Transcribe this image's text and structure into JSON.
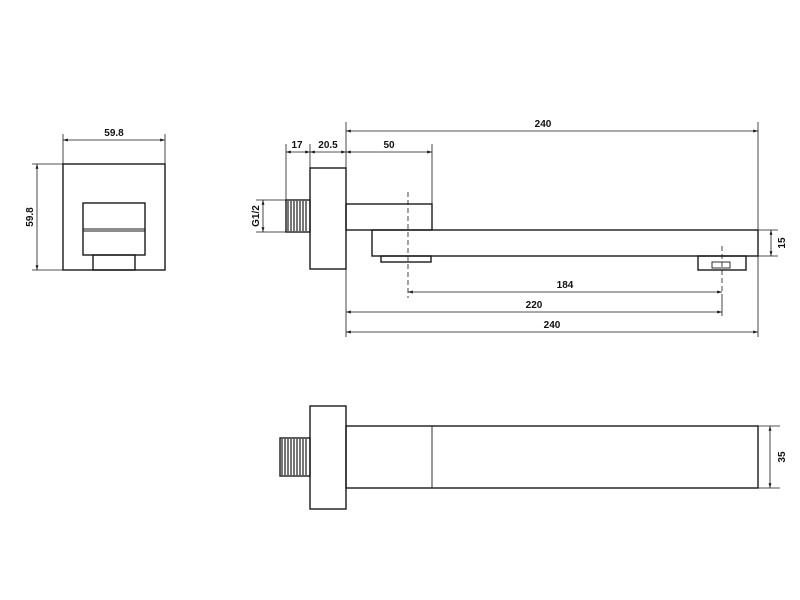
{
  "diagram": {
    "front_view": {
      "width_label": "59.8",
      "height_label": "59.8"
    },
    "side_view": {
      "thread_label": "G1/2",
      "thread_length_label": "17",
      "flange_label": "20.5",
      "arm_label": "50",
      "total_top_label": "240",
      "spout_height_label": "15",
      "outlet_label": "184",
      "length_220_label": "220",
      "total_bottom_label": "240"
    },
    "top_view": {
      "width_label": "35"
    }
  }
}
